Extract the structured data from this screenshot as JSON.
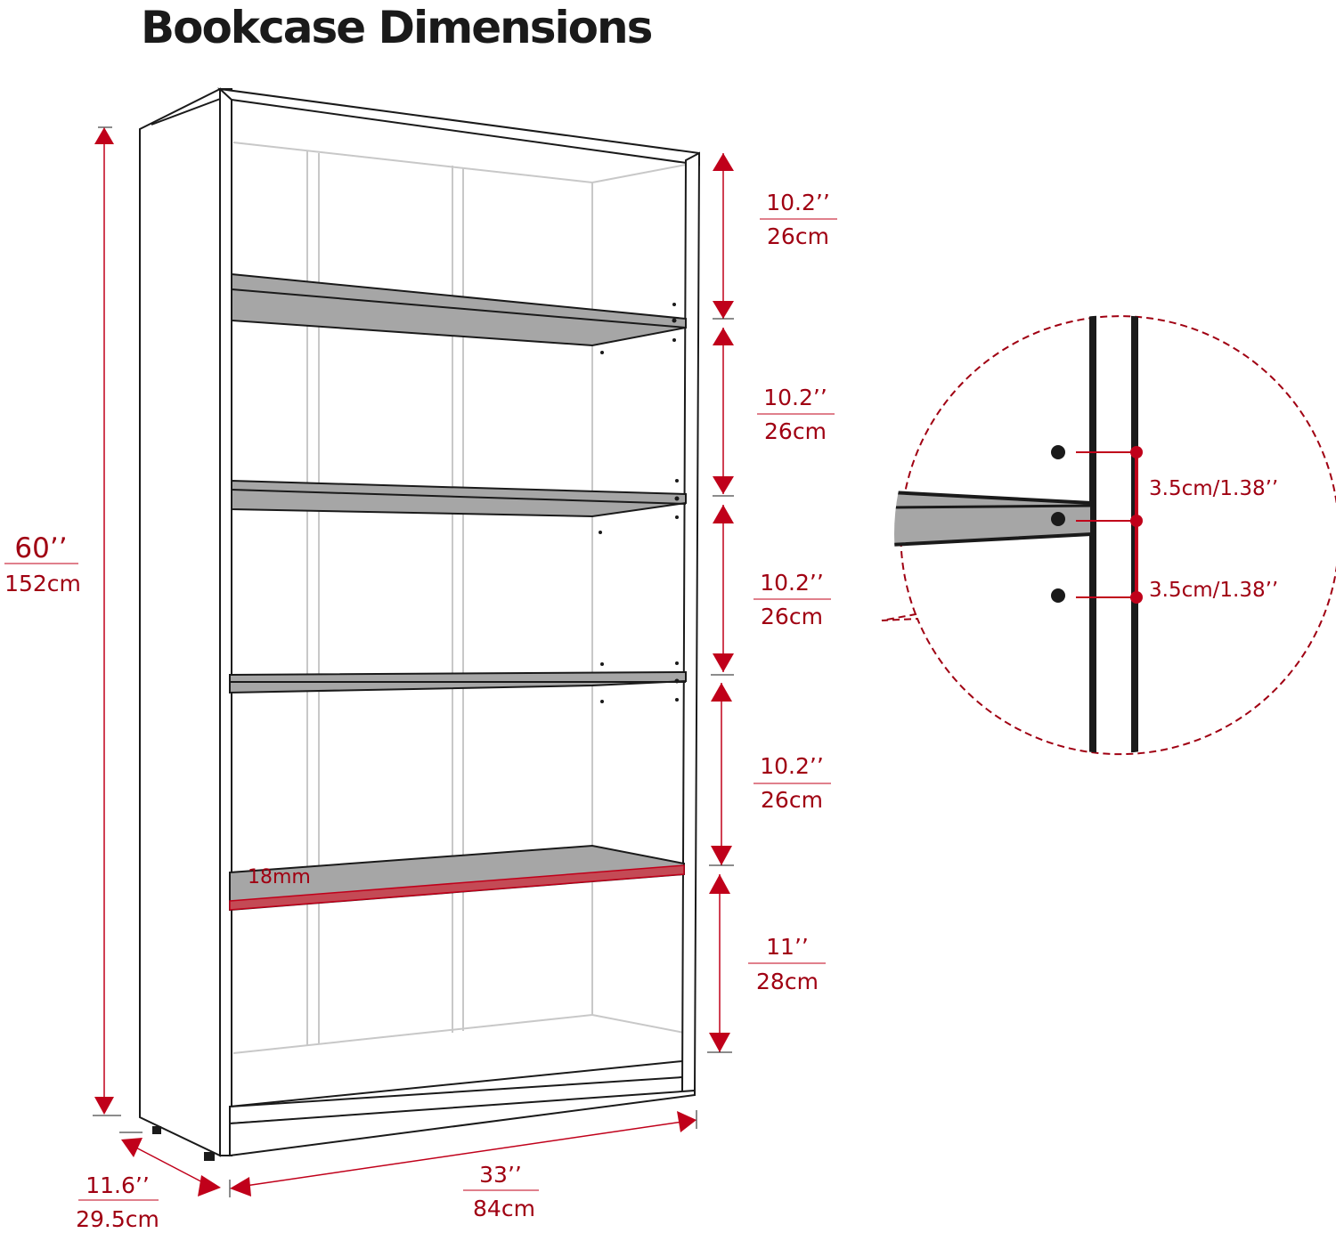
{
  "title": "Bookcase Dimensions",
  "colors": {
    "accent": "#c0001a",
    "dimension_text": "#a00012",
    "outline": "#1a1a1a",
    "shelf_fill": "#a6a6a6",
    "back_lines": "#c8c8c8",
    "callout_circle": "#a00012"
  },
  "total_height": {
    "inches": "60’’",
    "cm": "152cm"
  },
  "shelf_spacing": [
    {
      "inches": "10.2’’",
      "cm": "26cm"
    },
    {
      "inches": "10.2’’",
      "cm": "26cm"
    },
    {
      "inches": "10.2’’",
      "cm": "26cm"
    },
    {
      "inches": "10.2’’",
      "cm": "26cm"
    },
    {
      "inches": "11’’",
      "cm": "28cm"
    }
  ],
  "depth": {
    "inches": "11.6’’",
    "cm": "29.5cm"
  },
  "width": {
    "inches": "33’’",
    "cm": "84cm"
  },
  "shelf_thickness": "18mm",
  "hole_spacing": [
    "3.5cm/1.38’’",
    "3.5cm/1.38’’"
  ]
}
